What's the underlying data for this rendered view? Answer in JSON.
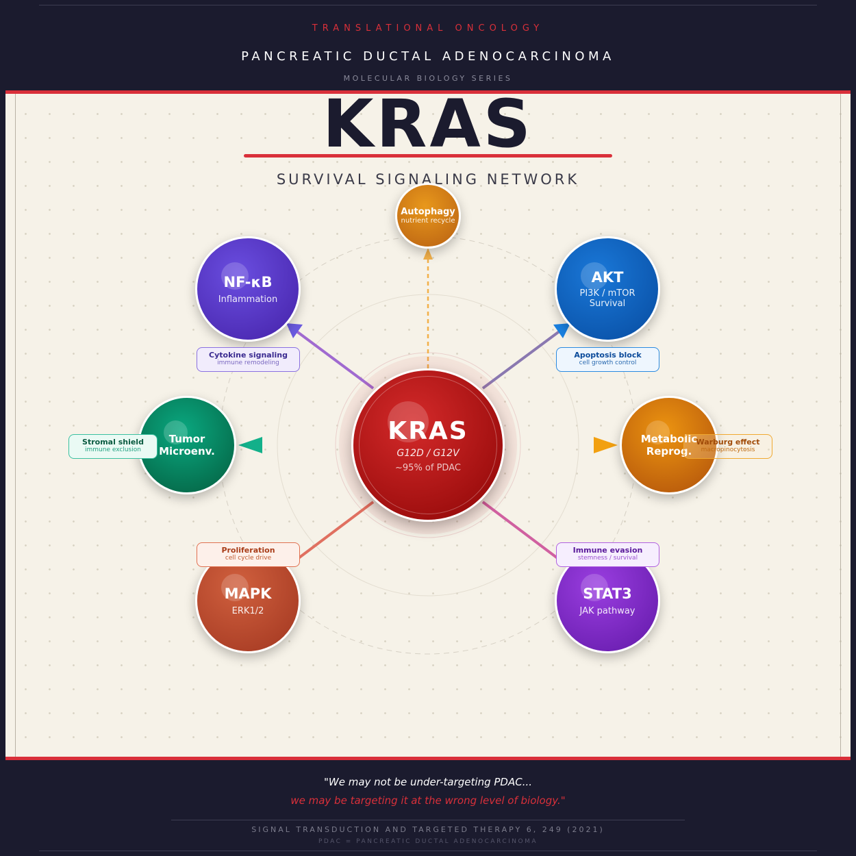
{
  "header": {
    "kicker": "TRANSLATIONAL ONCOLOGY",
    "title": "PANCREATIC DUCTAL ADENOCARCINOMA",
    "series": "MOLECULAR BIOLOGY SERIES"
  },
  "main": {
    "gene": "KRAS",
    "subtitle": "SURVIVAL SIGNALING NETWORK"
  },
  "colors": {
    "accent": "#d9303a",
    "dark": "#1b1b2e",
    "panel": "#f6f2e8"
  },
  "center": {
    "title": "KRAS",
    "mutations": "G12D / G12V",
    "prevalence": "~95% of PDAC"
  },
  "nodes": {
    "autophagy": {
      "title": "Autophagy",
      "sub": "nutrient recycle"
    },
    "nfkb": {
      "title": "NF-κB",
      "sub": "Inflammation",
      "tag": "Cytokine signaling",
      "tag_sub": "immune remodeling"
    },
    "akt": {
      "title": "AKT",
      "sub": "PI3K / mTOR",
      "sub2": "Survival",
      "tag": "Apoptosis block",
      "tag_sub": "cell growth control"
    },
    "tme": {
      "title": "Tumor",
      "title2": "Microenv.",
      "tag": "Stromal shield",
      "tag_sub": "immune exclusion"
    },
    "metabolic": {
      "title": "Metabolic",
      "title2": "Reprog.",
      "tag": "Warburg effect",
      "tag_sub": "macropinocytosis"
    },
    "mapk": {
      "title": "MAPK",
      "sub": "ERK1/2",
      "tag": "Proliferation",
      "tag_sub": "cell cycle drive"
    },
    "stat3": {
      "title": "STAT3",
      "sub": "JAK pathway",
      "tag": "Immune evasion",
      "tag_sub": "stemness / survival"
    }
  },
  "footer": {
    "quote_line1": "\"We may not be under-targeting PDAC...",
    "quote_line2": "we may be targeting it at the wrong level of biology.\"",
    "citation": "SIGNAL TRANSDUCTION AND TARGETED THERAPY 6, 249 (2021)",
    "abbrev": "PDAC = PANCREATIC DUCTAL ADENOCARCINOMA"
  }
}
